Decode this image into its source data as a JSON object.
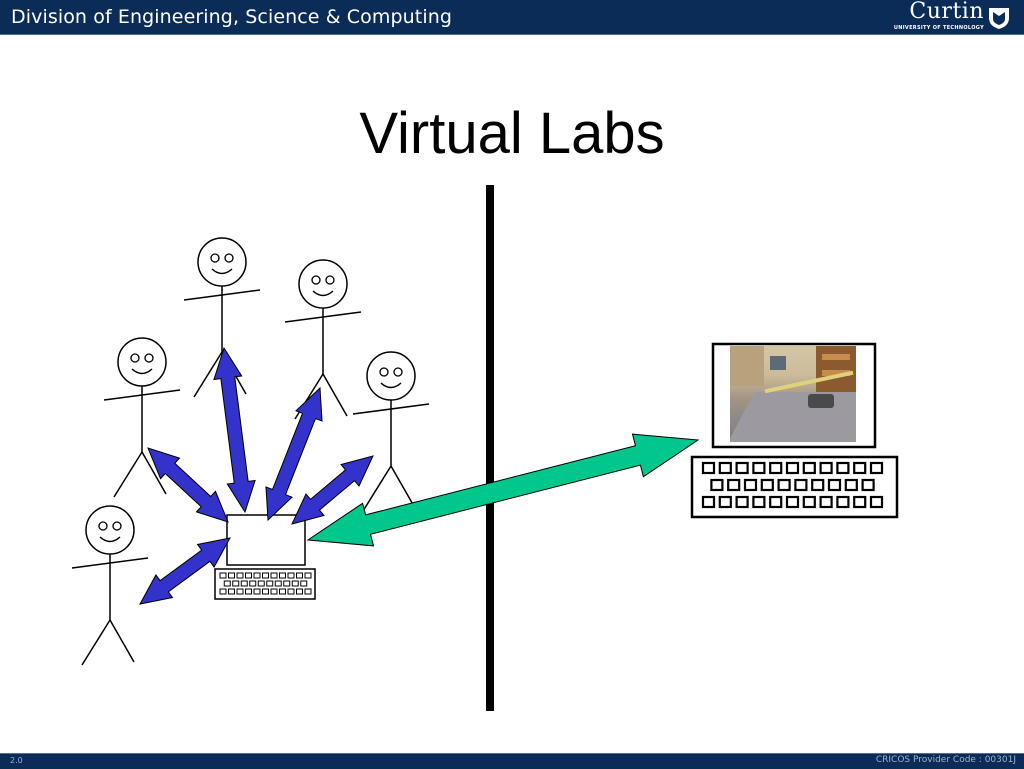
{
  "header": {
    "title": "Division of Engineering, Science & Computing",
    "logo_word": "Curtin",
    "logo_sub": "UNIVERSITY OF TECHNOLOGY"
  },
  "slide": {
    "title": "Virtual Labs"
  },
  "diagram": {
    "people_count_left": 5,
    "colors": {
      "user_arrows": "#3333cc",
      "remote_arrow": "#00c78c",
      "divider": "#000000"
    }
  },
  "footer": {
    "slide_number": "2.0",
    "cricos": "CRICOS Provider Code : 00301J"
  },
  "colors": {
    "header_bg": "#0b2c57",
    "footer_bg": "#0b2c57"
  }
}
